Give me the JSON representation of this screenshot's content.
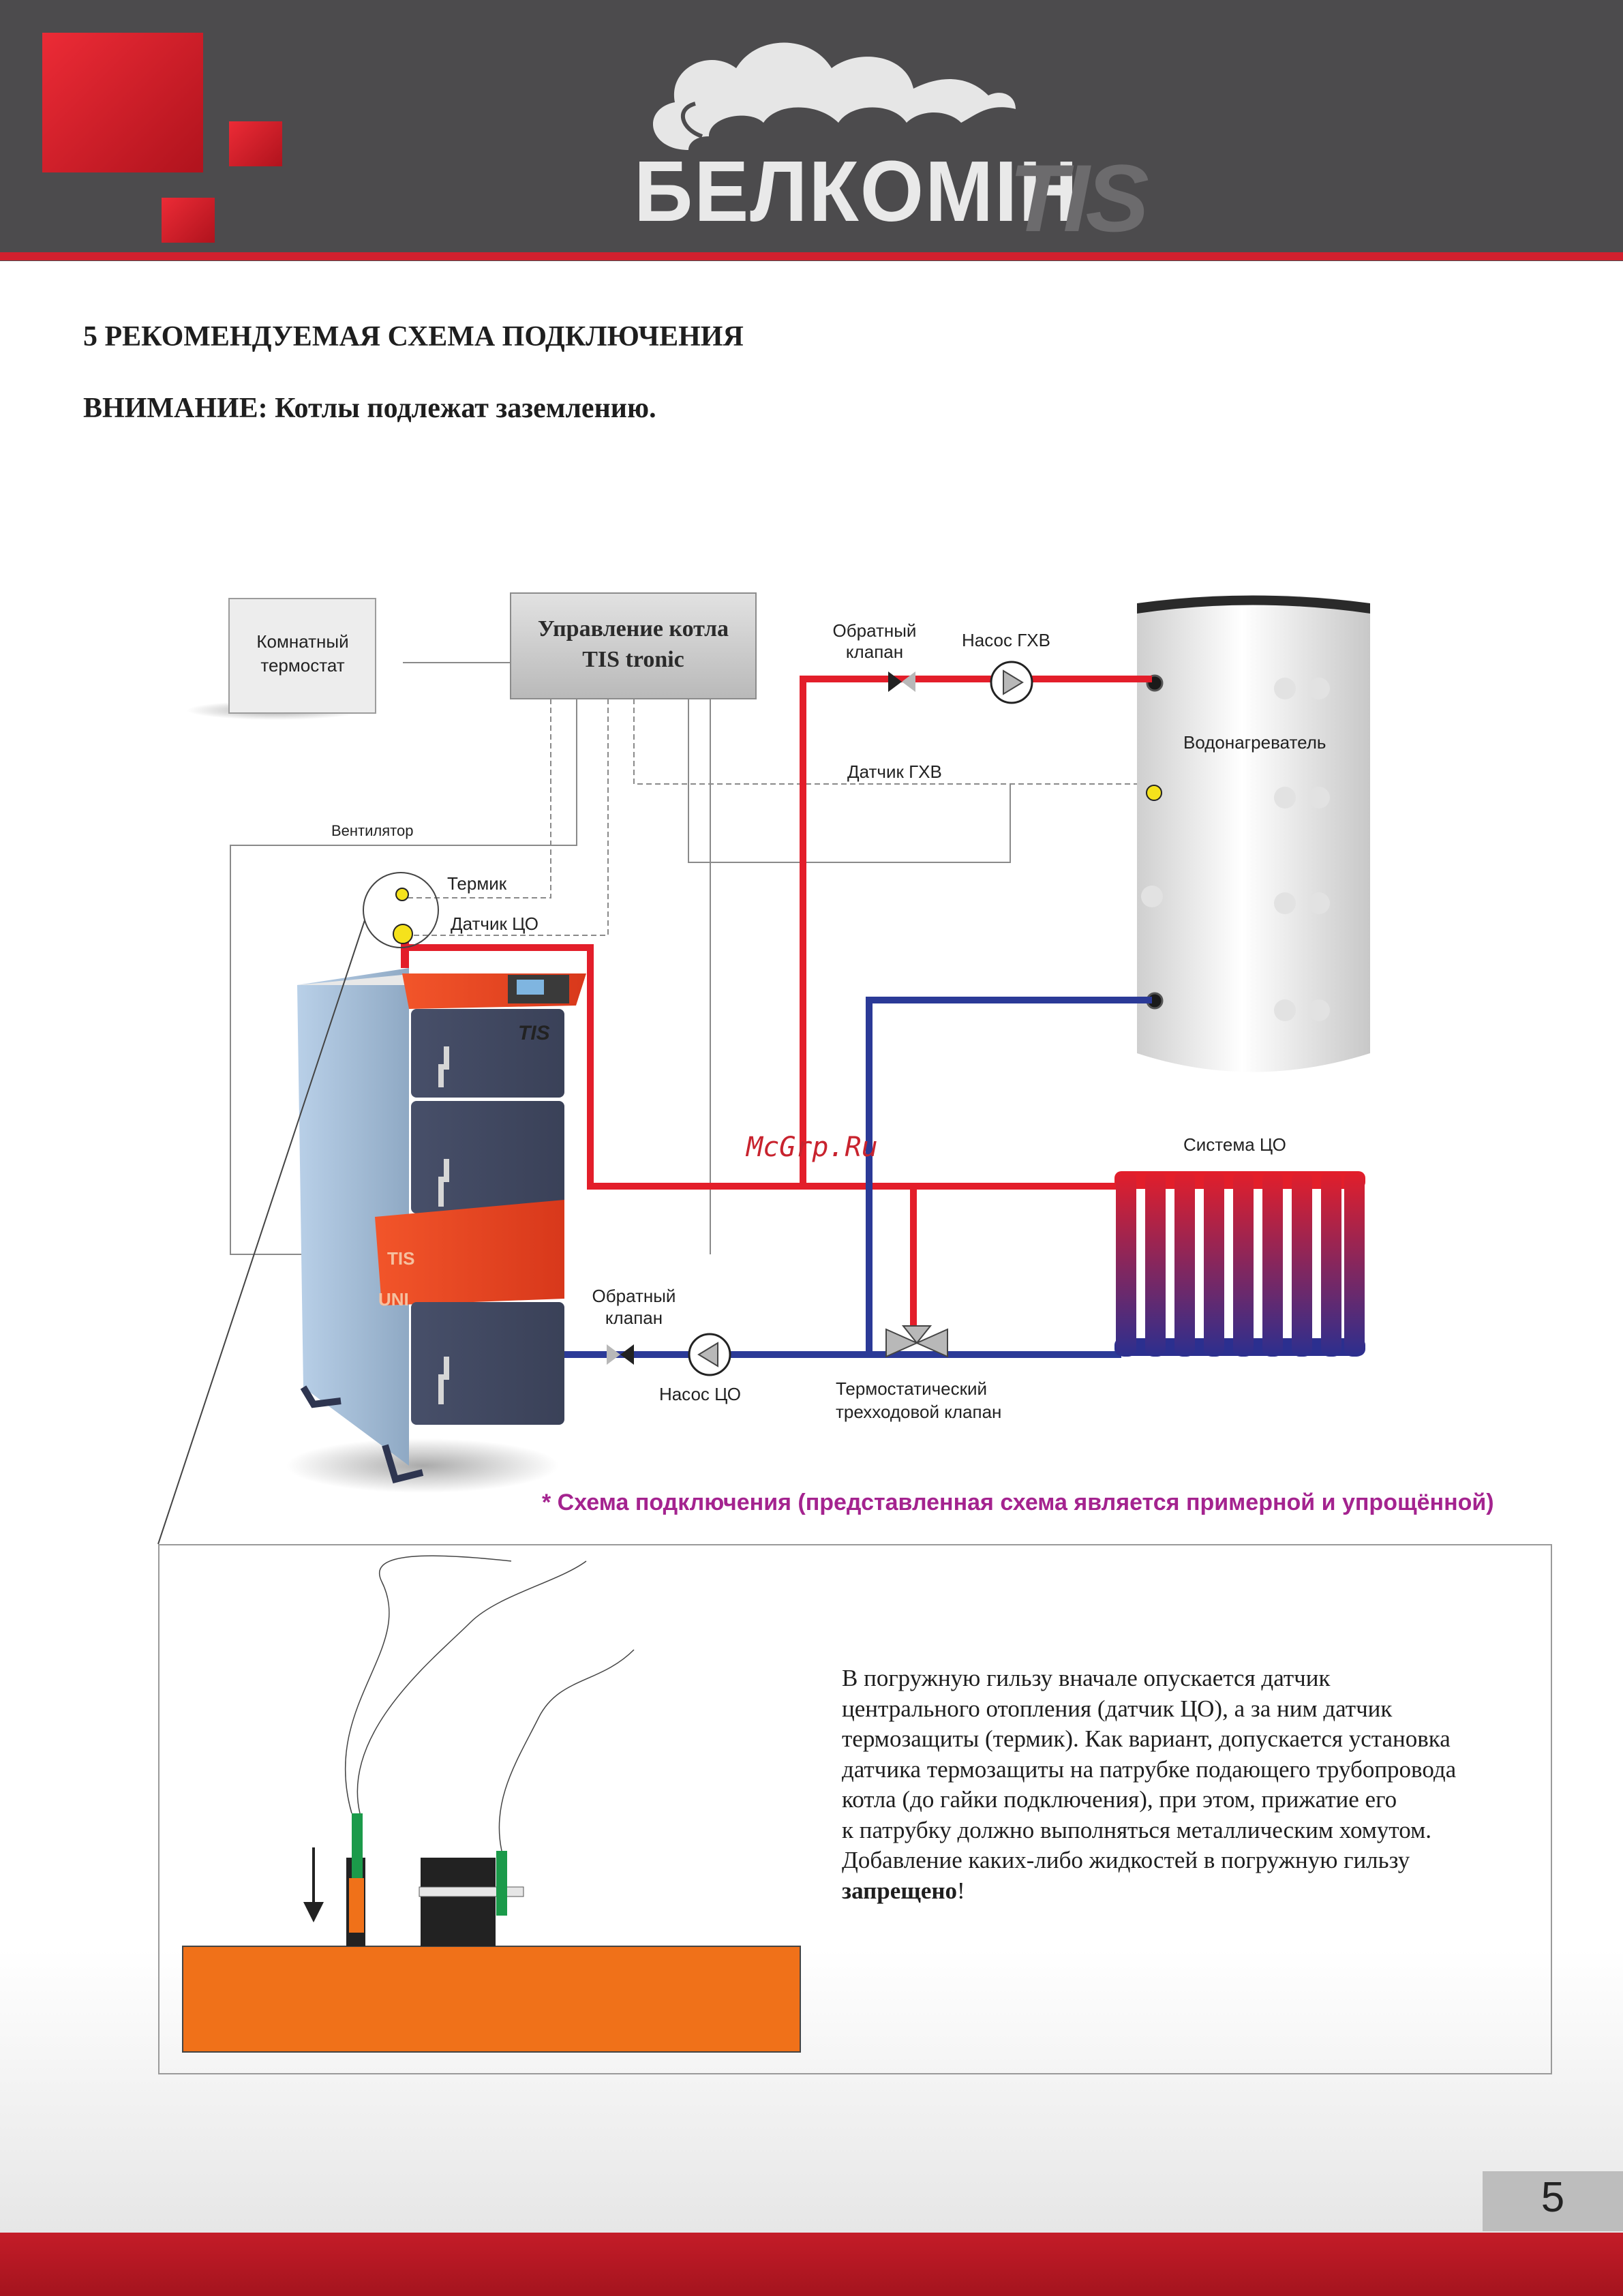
{
  "brand": {
    "logo_text": "БЕЛКОМІН",
    "logo_sub": "TIS"
  },
  "section": {
    "title": "5 РЕКОМЕНДУЕМАЯ СХЕМА ПОДКЛЮЧЕНИЯ",
    "warning_label": "ВНИМАНИЕ:",
    "warning_text": " Котлы подлежат заземлению."
  },
  "diagram": {
    "room_thermostat": [
      "Комнатный",
      "термостат"
    ],
    "controller": [
      "Управление котла",
      "TIS tronic"
    ],
    "check_valve_top": [
      "Обратный",
      "клапан"
    ],
    "pump_dhw": "Насос ГХВ",
    "water_heater": "Водонагреватель",
    "sensor_dhw": "Датчик ГХВ",
    "fan": "Вентилятор",
    "thermik": "Термик",
    "sensor_co": "Датчик ЦО",
    "heating_system": "Система ЦО",
    "check_valve_bottom": [
      "Обратный",
      "клапан"
    ],
    "pump_co": "Насос ЦО",
    "three_way_valve": [
      "Термостатический",
      "трехходовой клапан"
    ],
    "boiler_badge": "TIS",
    "boiler_side_1": "TIS",
    "boiler_side_2": "UNI"
  },
  "watermark": "McGrp.Ru",
  "note": "* Схема подключения (представленная схема является примерной и упрощённой)",
  "paragraph": {
    "lines": [
      "В погружную гильзу вначале опускается датчик",
      "центрального отопления (датчик ЦО), а за ним датчик",
      "термозащиты (термик). Как вариант, допускается установка",
      "датчика термозащиты на патрубке подающего трубопровода",
      "котла (до гайки подключения), при этом, прижатие его",
      "к патрубку должно выполняться металлическим хомутом.",
      "Добавление каких-либо жидкостей в погружную гильзу"
    ],
    "bold_end": "запрещено",
    "end_punct": "!"
  },
  "page_number": "5",
  "colors": {
    "header": "#4c4b4d",
    "accent_red": "#d2202e",
    "supply_pipe": "#e31e2a",
    "return_pipe": "#2b3a97",
    "sensor_yellow": "#f5e21c",
    "orange": "#f07119",
    "note_magenta": "#a4238f"
  }
}
